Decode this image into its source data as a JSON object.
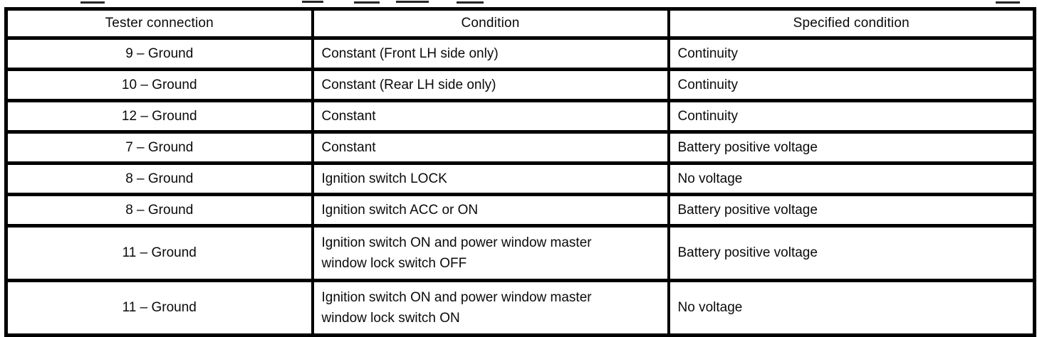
{
  "table": {
    "columns": [
      "Tester connection",
      "Condition",
      "Specified condition"
    ],
    "rows": [
      [
        "9 – Ground",
        "Constant (Front LH side only)",
        "Continuity"
      ],
      [
        "10 – Ground",
        "Constant (Rear LH side only)",
        "Continuity"
      ],
      [
        "12 – Ground",
        "Constant",
        "Continuity"
      ],
      [
        "7 – Ground",
        "Constant",
        "Battery positive voltage"
      ],
      [
        "8 – Ground",
        "Ignition switch LOCK",
        "No voltage"
      ],
      [
        "8 – Ground",
        "Ignition switch ACC or ON",
        "Battery positive voltage"
      ],
      [
        "11 – Ground",
        "Ignition switch ON and power window master\nwindow lock switch OFF",
        "Battery positive voltage"
      ],
      [
        "11 – Ground",
        "Ignition switch ON and power window master\nwindow lock switch ON",
        "No voltage"
      ]
    ]
  }
}
